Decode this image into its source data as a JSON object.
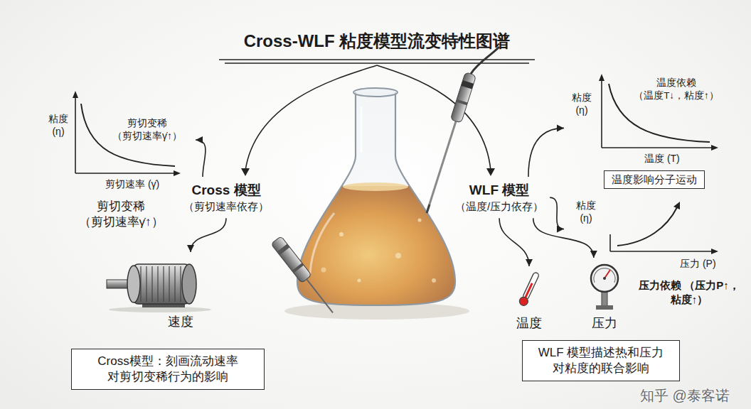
{
  "diagram": {
    "title": "Cross-WLF 粘度模型流变特性图谱",
    "nodes": [
      {
        "text": [
          "Cross 模型",
          "（剪切速率依存）"
        ]
      },
      {
        "text": [
          "粘度 (η)",
          "剪切变稀 （剪切速率γ̇↑）",
          "剪切速率 (γ̇)"
        ]
      },
      {
        "text": [
          "速度"
        ]
      },
      {
        "text": [
          "Cross模型：刻画流动速率 对剪切变稀行为的影响"
        ]
      },
      {
        "text": [
          "WLF 模型",
          "（温度/压力依存）"
        ]
      },
      {
        "text": [
          "粘度 (η)",
          "温度依赖 （温度T↓，粘度↑）",
          "温度 (T)"
        ]
      },
      {
        "text": [
          "温度影响分子运动"
        ]
      },
      {
        "text": [
          "粘度 (η)",
          "压力 (P)"
        ]
      },
      {
        "text": [
          "温度"
        ]
      },
      {
        "text": [
          "压力"
        ]
      },
      {
        "text": [
          "WLF 模型描述热和压力 对粘度的联合影响"
        ]
      }
    ],
    "edges": [
      {
        "from": 0,
        "to": 1,
        "arrow": "to"
      },
      {
        "from": 0,
        "to": 2,
        "arrow": "to"
      },
      {
        "from": 4,
        "to": 5,
        "arrow": "to"
      },
      {
        "from": 4,
        "to": 7,
        "arrow": "to"
      },
      {
        "from": 4,
        "to": 8,
        "arrow": "to"
      },
      {
        "from": 4,
        "to": 9,
        "arrow": "to"
      }
    ],
    "labels": [
      "剪切变稀 （剪切速率γ̇↑）",
      "压力依赖 （压力P↑，粘度↑）",
      "知乎 @泰客诺"
    ]
  }
}
